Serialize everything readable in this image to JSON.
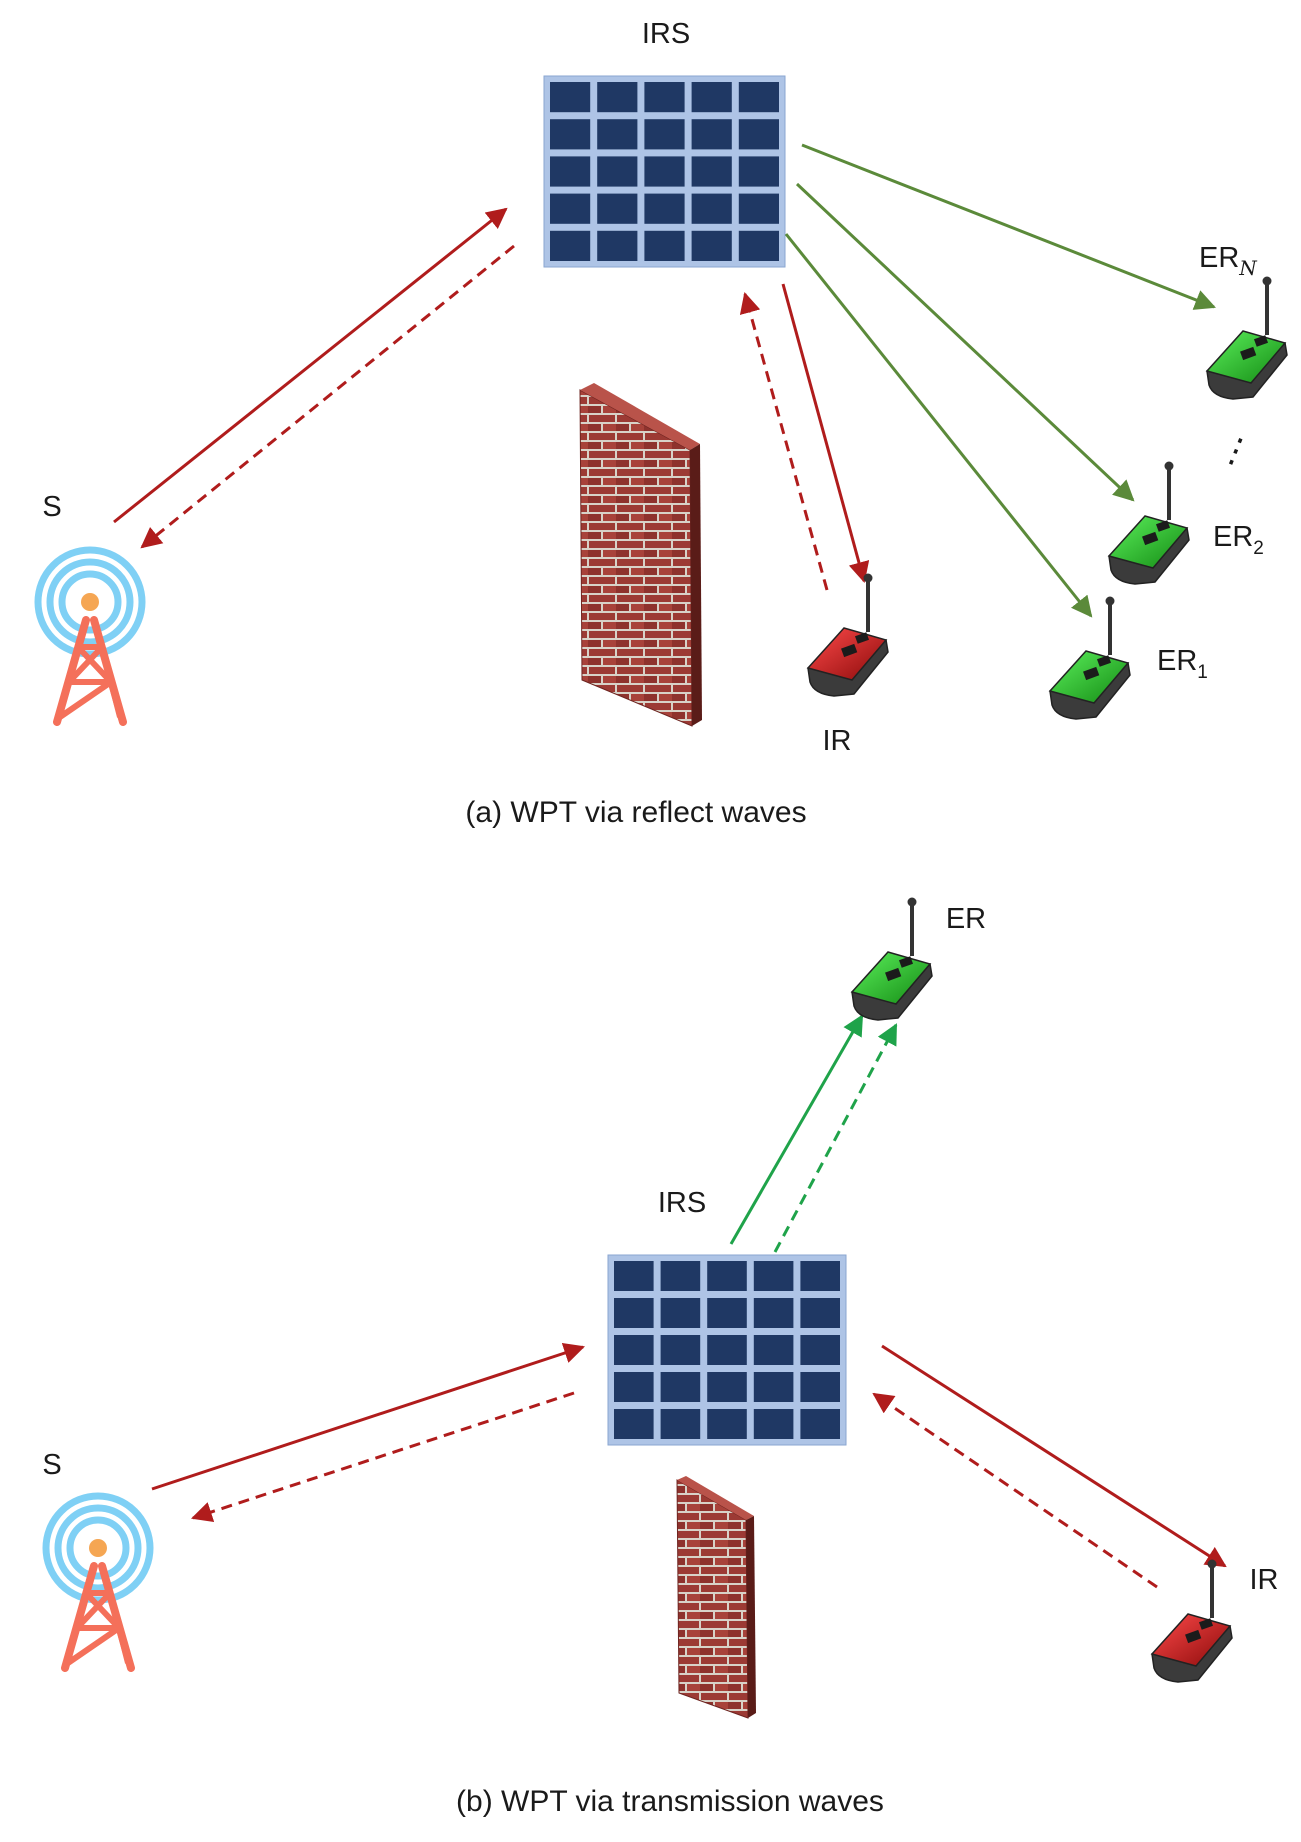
{
  "panel_a": {
    "irs_label": "IRS",
    "source_label": "S",
    "ir_label": "IR",
    "er_prefix": "ER",
    "er_n_sub": "N",
    "er_1_sub": "1",
    "er_2_sub": "2",
    "ellipsis": "⋮",
    "caption": "(a)  WPT via reflect waves"
  },
  "panel_b": {
    "irs_label": "IRS",
    "source_label": "S",
    "ir_label": "IR",
    "er_label": "ER",
    "caption": "(b)  WPT via transmission waves"
  },
  "colors": {
    "info_link": "#b01c1c",
    "energy_link_reflect": "#5b8a3a",
    "energy_link_transmit": "#1fa34a",
    "irs_frame": "#aec4e6",
    "irs_cell": "#1f3864",
    "tower": "#f4705a",
    "tower_waves": "#7fd0f5",
    "receiver_info": "#c81818",
    "receiver_energy": "#2fbf2f",
    "brick": "#9c3a34"
  }
}
